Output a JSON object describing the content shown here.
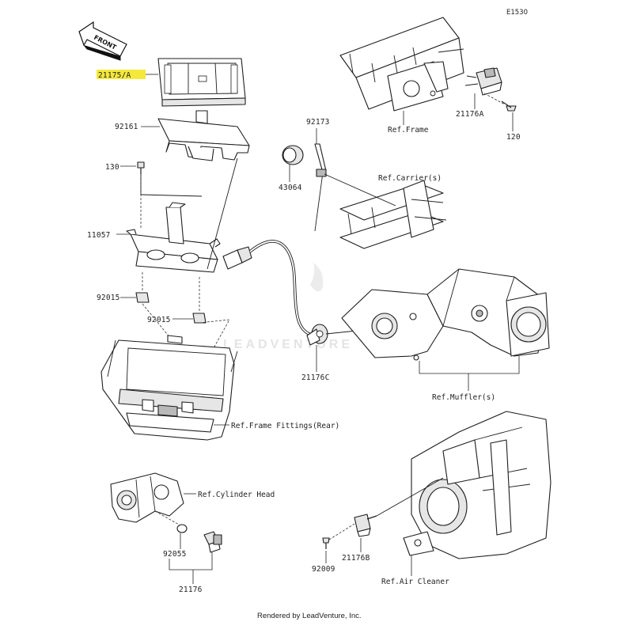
{
  "diagram": {
    "code": "E1530",
    "front_label": "FRONT",
    "footer": "Rendered by LeadVenture, Inc.",
    "watermark": "LEADVENTURE",
    "highlight_color": "#f4e93a",
    "parts": [
      {
        "id": "21175A",
        "label": "21175/A",
        "highlighted": true
      },
      {
        "id": "92161",
        "label": "92161"
      },
      {
        "id": "130",
        "label": "130"
      },
      {
        "id": "11057",
        "label": "11057"
      },
      {
        "id": "92015a",
        "label": "92015"
      },
      {
        "id": "92015b",
        "label": "92015"
      },
      {
        "id": "92173",
        "label": "92173"
      },
      {
        "id": "43064",
        "label": "43064"
      },
      {
        "id": "21176C",
        "label": "21176C"
      },
      {
        "id": "21176A",
        "label": "21176A"
      },
      {
        "id": "120",
        "label": "120"
      },
      {
        "id": "92055",
        "label": "92055"
      },
      {
        "id": "21176",
        "label": "21176"
      },
      {
        "id": "92009",
        "label": "92009"
      },
      {
        "id": "21176B",
        "label": "21176B"
      }
    ],
    "references": [
      {
        "id": "frame",
        "label": "Ref.Frame"
      },
      {
        "id": "carrier",
        "label": "Ref.Carrier(s)"
      },
      {
        "id": "mufflers",
        "label": "Ref.Muffler(s)"
      },
      {
        "id": "frame_fittings",
        "label": "Ref.Frame Fittings(Rear)"
      },
      {
        "id": "cylinder_head",
        "label": "Ref.Cylinder Head"
      },
      {
        "id": "air_cleaner",
        "label": "Ref.Air Cleaner"
      }
    ]
  }
}
